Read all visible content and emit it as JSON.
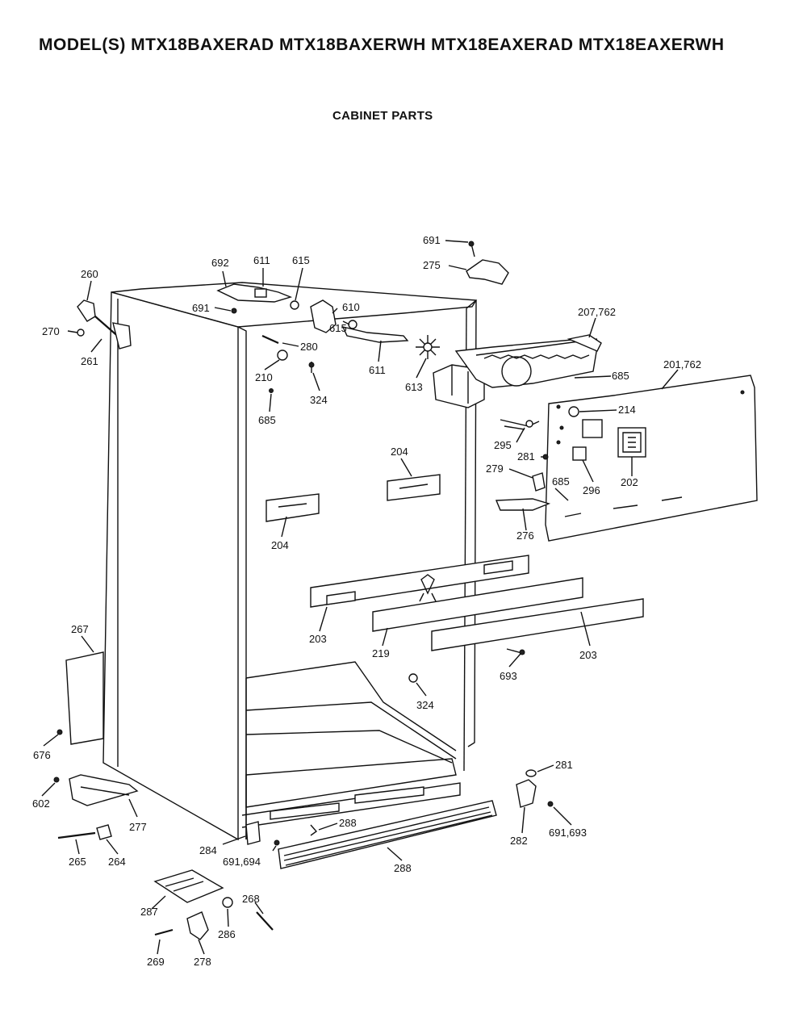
{
  "header": {
    "title": "MODEL(S) MTX18BAXERAD  MTX18BAXERWH  MTX18EAXERAD  MTX18EAXERWH",
    "subtitle": "CABINET PARTS"
  },
  "labels": {
    "p260": "260",
    "p270": "270",
    "p261": "261",
    "p692": "692",
    "p611a": "611",
    "p615a": "615",
    "p691a": "691",
    "p610": "610",
    "p280": "280",
    "p615b": "615",
    "p611b": "611",
    "p210": "210",
    "p324a": "324",
    "p685a": "685",
    "p691b": "691",
    "p275": "275",
    "p207": "207,762",
    "p613": "613",
    "p685b": "685",
    "p201": "201,762",
    "p214": "214",
    "p295": "295",
    "p281a": "281",
    "p279": "279",
    "p685c": "685",
    "p296": "296",
    "p202": "202",
    "p276": "276",
    "p204a": "204",
    "p204b": "204",
    "p203a": "203",
    "p219": "219",
    "p203b": "203",
    "p693": "693",
    "p324b": "324",
    "p267": "267",
    "p676": "676",
    "p602": "602",
    "p277": "277",
    "p265": "265",
    "p264": "264",
    "p284": "284",
    "p691c": "691,694",
    "p288a": "288",
    "p288b": "288",
    "p281b": "281",
    "p282": "282",
    "p691d": "691,693",
    "p287": "287",
    "p268": "268",
    "p286": "286",
    "p269": "269",
    "p278": "278"
  }
}
